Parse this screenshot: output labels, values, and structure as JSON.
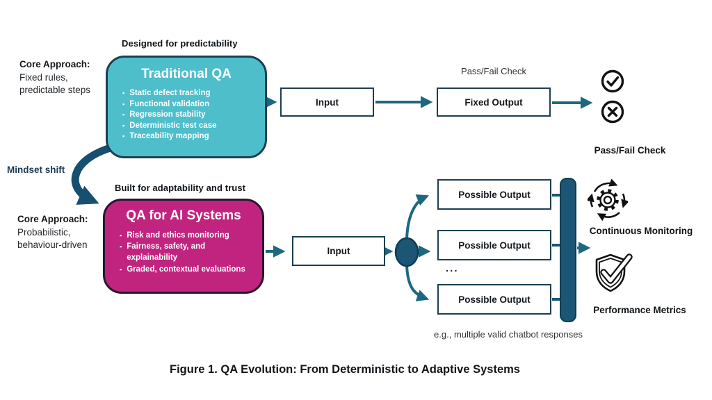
{
  "colors": {
    "teal_box": "#4EBECB",
    "teal_box_border": "#1C3E52",
    "magenta_box": "#C1247E",
    "magenta_box_border": "#2A1630",
    "arrow_teal": "#1D6880",
    "dark_bar": "#1B5674",
    "navy_text": "#1B3A52",
    "icon_black": "#121212"
  },
  "top_flow": {
    "banner": "Designed for predictability",
    "core_approach_title": "Core Approach:",
    "core_approach_line1": "Fixed rules,",
    "core_approach_line2": "predictable steps",
    "box_title": "Traditional QA",
    "bullets": [
      "Static defect tracking",
      "Functional validation",
      "Regression stability",
      "Deterministic test case",
      "Traceability mapping"
    ],
    "input_label": "Input",
    "check_label_top": "Pass/Fail Check",
    "output_label": "Fixed Output",
    "pass_icon": "check-circle",
    "fail_icon": "x-circle",
    "check_label_bottom": "Pass/Fail Check"
  },
  "transition": {
    "label": "Mindset shift",
    "arrow_icon": "curved-down-arrow"
  },
  "bottom_flow": {
    "banner": "Built for adaptability and trust",
    "core_approach_title": "Core Approach:",
    "core_approach_line1": "Probabilistic,",
    "core_approach_line2": "behaviour-driven",
    "box_title": "QA for AI Systems",
    "bullets": [
      "Risk and ethics monitoring",
      "Fairness, safety, and explainability",
      "Graded, contextual evaluations"
    ],
    "input_label": "Input",
    "outputs": [
      "Possible Output",
      "Possible Output",
      "Possible Output"
    ],
    "ellipsis": "...",
    "monitoring_icon": "gear-cycle",
    "monitoring_label": "Continuous Monitoring",
    "metrics_icon": "shield-check",
    "metrics_label": "Performance Metrics",
    "note": "e.g., multiple valid chatbot responses"
  },
  "caption": "Figure 1. QA Evolution: From Deterministic to Adaptive Systems"
}
